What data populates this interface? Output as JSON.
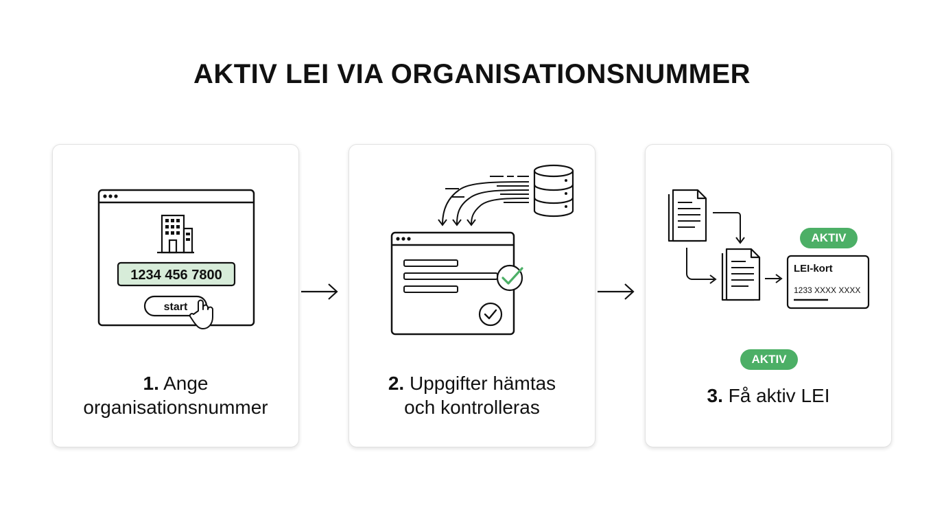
{
  "title": "AKTIV LEI VIA ORGANISATIONSNUMMER",
  "steps": [
    {
      "number": "1.",
      "text_line1": "Ange",
      "text_line2": "organisationsnummer",
      "org_number": "1234 456 7800",
      "button_label": "start"
    },
    {
      "number": "2.",
      "text_line1": "Uppgifter hämtas",
      "text_line2": "och kontrolleras"
    },
    {
      "number": "3.",
      "text_line1": "Få aktiv LEI",
      "badge_top": "AKTIV",
      "badge_bottom": "AKTIV",
      "card_title": "LEI-kort",
      "card_number": "1233 XXXX XXXX"
    }
  ],
  "colors": {
    "accent_green": "#4caf66",
    "field_green": "#d7ecd9",
    "line": "#111111"
  },
  "icons": [
    "building-icon",
    "pointer-hand-icon",
    "database-icon",
    "check-icon",
    "document-icon",
    "arrow-right-icon"
  ]
}
